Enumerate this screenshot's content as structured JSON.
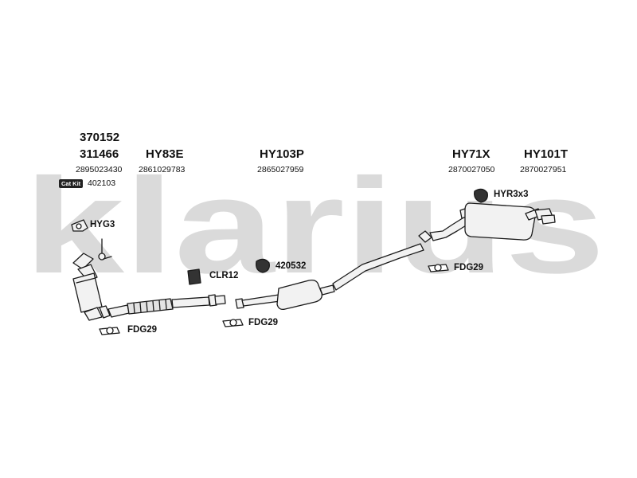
{
  "watermark": {
    "text": "klarius"
  },
  "headers": {
    "h_370152": "370152",
    "h_311466": "311466",
    "h_hy83e": "HY83E",
    "h_hy103p": "HY103P",
    "h_hy71x": "HY71X",
    "h_hy101t": "HY101T"
  },
  "numbers": {
    "n_2895023430": "2895023430",
    "n_2861029783": "2861029783",
    "n_2865027959": "2865027959",
    "n_2870027050": "2870027050",
    "n_2870027951": "2870027951"
  },
  "catkit": {
    "badge": "Cat Kit",
    "code": "402103"
  },
  "parts": {
    "hyg3": "HYG3",
    "clr12": "CLR12",
    "p420532": "420532",
    "hyr3x3": "HYR3x3",
    "fdg29_left": "FDG29",
    "fdg29_mid": "FDG29",
    "fdg29_right": "FDG29"
  },
  "colors": {
    "watermark": "#dadada",
    "line": "#1a1a1a",
    "fill": "#f2f2f2"
  }
}
